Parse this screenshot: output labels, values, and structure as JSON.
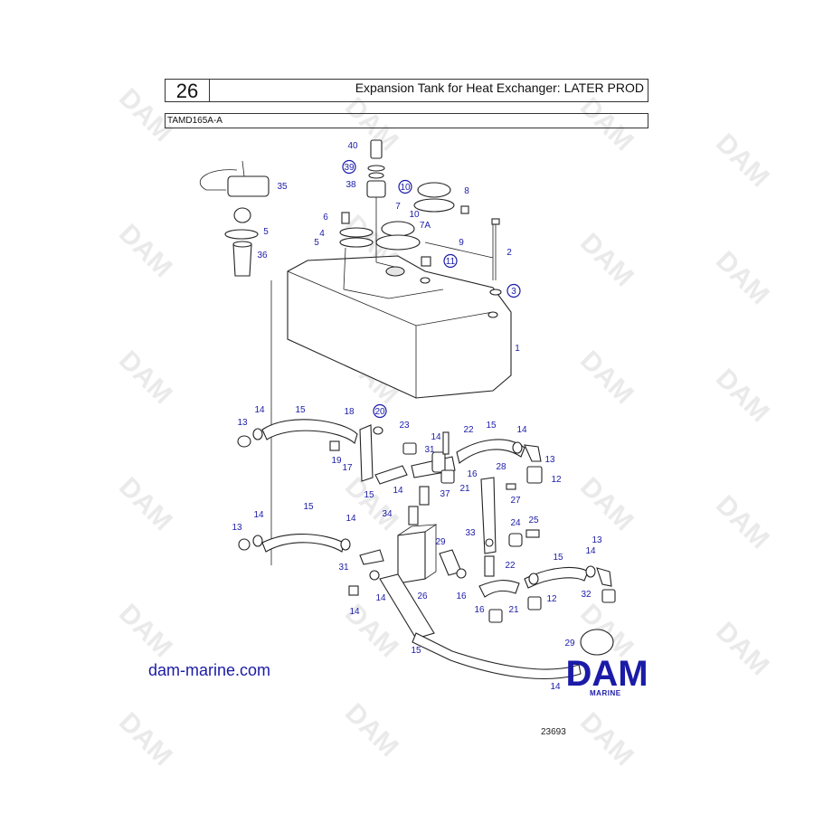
{
  "header": {
    "page_number": "26",
    "title": "Expansion Tank for Heat Exchanger: LATER PROD",
    "model": "TAMD165A-A"
  },
  "footer": {
    "website": "dam-marine.com",
    "drawing_number": "23693"
  },
  "logo": {
    "text": "DAM",
    "subtext": "MARINE",
    "color": "#1b1ba8"
  },
  "watermark": {
    "text": "DAM"
  },
  "callouts": [
    {
      "label": "40",
      "circled": false
    },
    {
      "label": "39",
      "circled": true
    },
    {
      "label": "38",
      "circled": false
    },
    {
      "label": "35",
      "circled": false
    },
    {
      "label": "10",
      "circled": true
    },
    {
      "label": "8",
      "circled": false
    },
    {
      "label": "7",
      "circled": false
    },
    {
      "label": "10",
      "circled": false
    },
    {
      "label": "7A",
      "circled": false
    },
    {
      "label": "6",
      "circled": false
    },
    {
      "label": "4",
      "circled": false
    },
    {
      "label": "5",
      "circled": false
    },
    {
      "label": "5",
      "circled": false
    },
    {
      "label": "9",
      "circled": false
    },
    {
      "label": "2",
      "circled": false
    },
    {
      "label": "36",
      "circled": false
    },
    {
      "label": "11",
      "circled": true
    },
    {
      "label": "3",
      "circled": true
    },
    {
      "label": "1",
      "circled": false
    },
    {
      "label": "14",
      "circled": false
    },
    {
      "label": "15",
      "circled": false
    },
    {
      "label": "18",
      "circled": false
    },
    {
      "label": "20",
      "circled": true
    },
    {
      "label": "13",
      "circled": false
    },
    {
      "label": "23",
      "circled": false
    },
    {
      "label": "22",
      "circled": false
    },
    {
      "label": "15",
      "circled": false
    },
    {
      "label": "14",
      "circled": false
    },
    {
      "label": "14",
      "circled": false
    },
    {
      "label": "31",
      "circled": false
    },
    {
      "label": "13",
      "circled": false
    },
    {
      "label": "19",
      "circled": false
    },
    {
      "label": "17",
      "circled": false
    },
    {
      "label": "16",
      "circled": false
    },
    {
      "label": "28",
      "circled": false
    },
    {
      "label": "12",
      "circled": false
    },
    {
      "label": "15",
      "circled": false
    },
    {
      "label": "14",
      "circled": false
    },
    {
      "label": "21",
      "circled": false
    },
    {
      "label": "37",
      "circled": false
    },
    {
      "label": "27",
      "circled": false
    },
    {
      "label": "15",
      "circled": false
    },
    {
      "label": "34",
      "circled": false
    },
    {
      "label": "24",
      "circled": false
    },
    {
      "label": "25",
      "circled": false
    },
    {
      "label": "13",
      "circled": false
    },
    {
      "label": "14",
      "circled": false
    },
    {
      "label": "14",
      "circled": false
    },
    {
      "label": "33",
      "circled": false
    },
    {
      "label": "29",
      "circled": false
    },
    {
      "label": "13",
      "circled": false
    },
    {
      "label": "31",
      "circled": false
    },
    {
      "label": "22",
      "circled": false
    },
    {
      "label": "15",
      "circled": false
    },
    {
      "label": "14",
      "circled": false
    },
    {
      "label": "26",
      "circled": false
    },
    {
      "label": "14",
      "circled": false
    },
    {
      "label": "16",
      "circled": false
    },
    {
      "label": "12",
      "circled": false
    },
    {
      "label": "32",
      "circled": false
    },
    {
      "label": "14",
      "circled": false
    },
    {
      "label": "16",
      "circled": false
    },
    {
      "label": "21",
      "circled": false
    },
    {
      "label": "15",
      "circled": false
    },
    {
      "label": "29",
      "circled": false
    },
    {
      "label": "14",
      "circled": false
    }
  ]
}
